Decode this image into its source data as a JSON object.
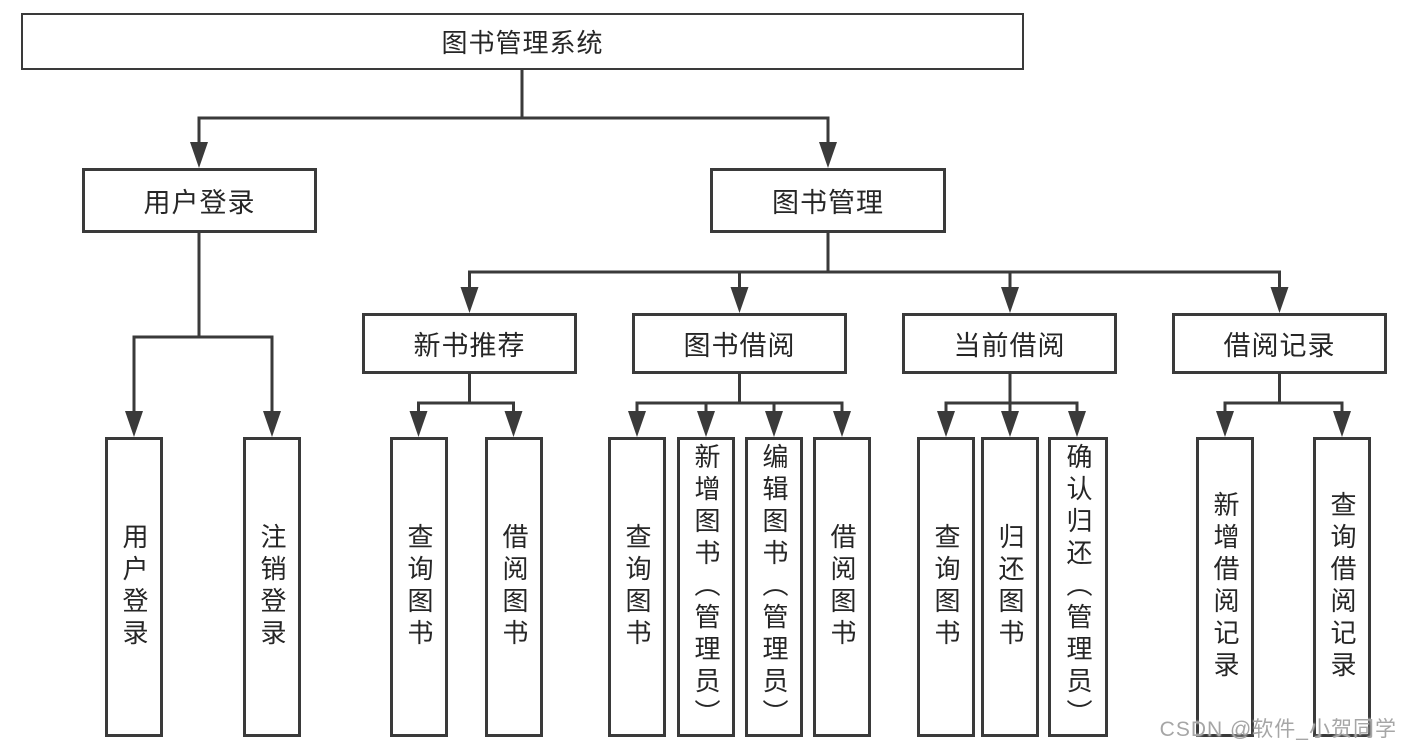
{
  "root_label": "图书管理系统",
  "level2": {
    "user_login": "用户登录",
    "book_mgmt": "图书管理"
  },
  "level3": {
    "new_books": "新书推荐",
    "borrow": "图书借阅",
    "current": "当前借阅",
    "records": "借阅记录"
  },
  "leaves": {
    "user_login": [
      "用户登录",
      "注销登录"
    ],
    "new_books": [
      "查询图书",
      "借阅图书"
    ],
    "borrow": [
      "查询图书",
      "新增图书（管理员）",
      "编辑图书（管理员）",
      "借阅图书"
    ],
    "current": [
      "查询图书",
      "归还图书",
      "确认归还（管理员）"
    ],
    "records": [
      "新增借阅记录",
      "查询借阅记录"
    ]
  },
  "watermark": "CSDN @软件_小贺同学",
  "colors": {
    "line": "#3a3a3a",
    "text": "#262626",
    "watermark": "#a6a6a6",
    "background": "#ffffff"
  }
}
